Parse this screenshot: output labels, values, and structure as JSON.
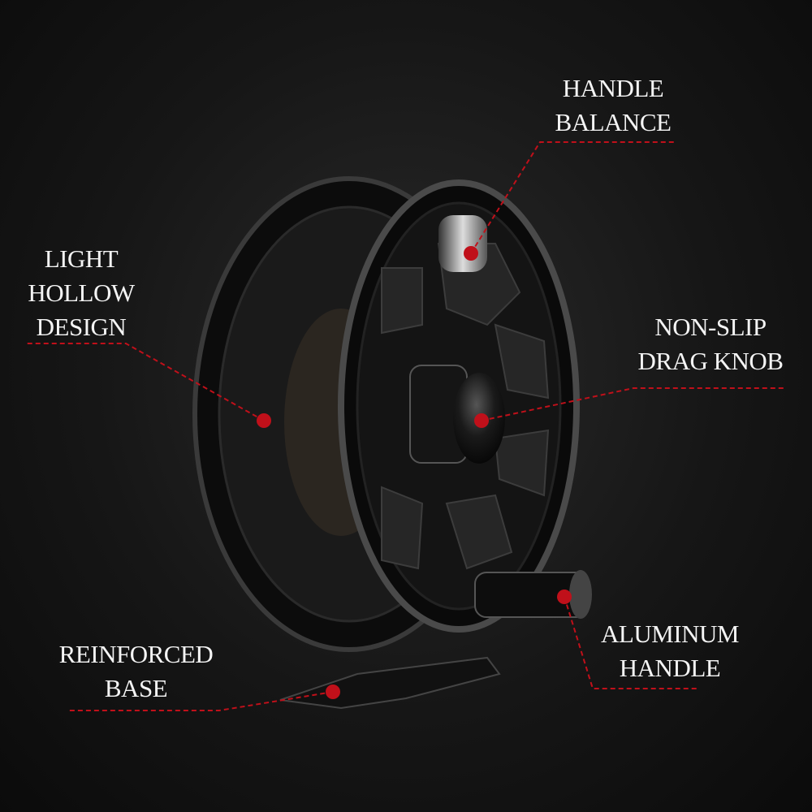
{
  "callouts": {
    "handle_balance": {
      "line1": "HANDLE",
      "line2": "BALANCE"
    },
    "light_hollow": {
      "line1": "LIGHT",
      "line2": "HOLLOW",
      "line3": "DESIGN"
    },
    "drag_knob": {
      "line1": "NON-SLIP",
      "line2": "DRAG  KNOB"
    },
    "aluminum_handle": {
      "line1": "ALUMINUM",
      "line2": "HANDLE"
    },
    "reinforced_base": {
      "line1": "REINFORCED",
      "line2": "BASE"
    }
  },
  "colors": {
    "accent": "#c0101a",
    "text": "#f4f4f4",
    "background": "#161616"
  }
}
